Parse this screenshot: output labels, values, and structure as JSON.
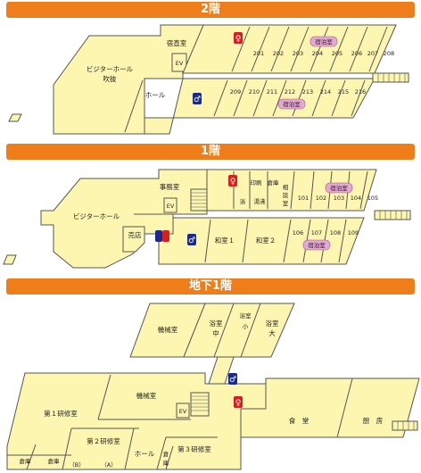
{
  "floors": {
    "f2": {
      "title": "2階",
      "labels": {
        "lobby": "ビジターホール",
        "lobby_sub": "吹抜",
        "staff_room": "宿直室",
        "ev": "EV",
        "hall": "ホール",
        "lodging_north": "宿泊室",
        "lodging_south": "宿泊室"
      },
      "rooms_north": [
        "201",
        "202",
        "203",
        "204",
        "205",
        "206",
        "207",
        "208"
      ],
      "rooms_south": [
        "209",
        "210",
        "211",
        "212",
        "213",
        "214",
        "215",
        "216"
      ]
    },
    "f1": {
      "title": "1階",
      "labels": {
        "office": "事務室",
        "ev": "EV",
        "lobby": "ビジターホール",
        "shop": "売店",
        "washroom": "印刷",
        "storage": "倉庫",
        "counsel_a": "相",
        "counsel_b": "談",
        "counsel_c": "室",
        "kitchen_small": "湯沸",
        "bath_small": "浴",
        "japanese1": "和室１",
        "japanese2": "和室２",
        "lodging_north": "宿泊室",
        "lodging_south": "宿泊室"
      },
      "rooms_north": [
        "101",
        "102",
        "103",
        "104",
        "105"
      ],
      "rooms_south": [
        "106",
        "107",
        "108",
        "109"
      ]
    },
    "b1": {
      "title": "地下1階",
      "labels": {
        "machine_top": "機械室",
        "bath_mid": "浴室",
        "bath_mid_sub": "中",
        "bath_small": "浴室",
        "bath_small_sub": "小",
        "bath_large": "浴室",
        "bath_large_sub": "大",
        "machine_main": "機械室",
        "ev": "EV",
        "training1": "第１研修室",
        "training2": "第２研修室",
        "training3": "第３研修室",
        "hall": "ホール",
        "storage1": "倉庫",
        "storage2": "倉庫",
        "storage3": "倉",
        "storage3b": "庫",
        "sub_b": "（B）",
        "sub_a": "（A）",
        "dining": "食　堂",
        "kitchen": "厨　房"
      }
    }
  },
  "colors": {
    "banner": "#ef7d1a",
    "floor_fill": "#fdf6b0",
    "lodging_tag": "#e8a6d6",
    "toilet_men": "#1a2a8c",
    "toilet_women": "#d81e1e"
  }
}
